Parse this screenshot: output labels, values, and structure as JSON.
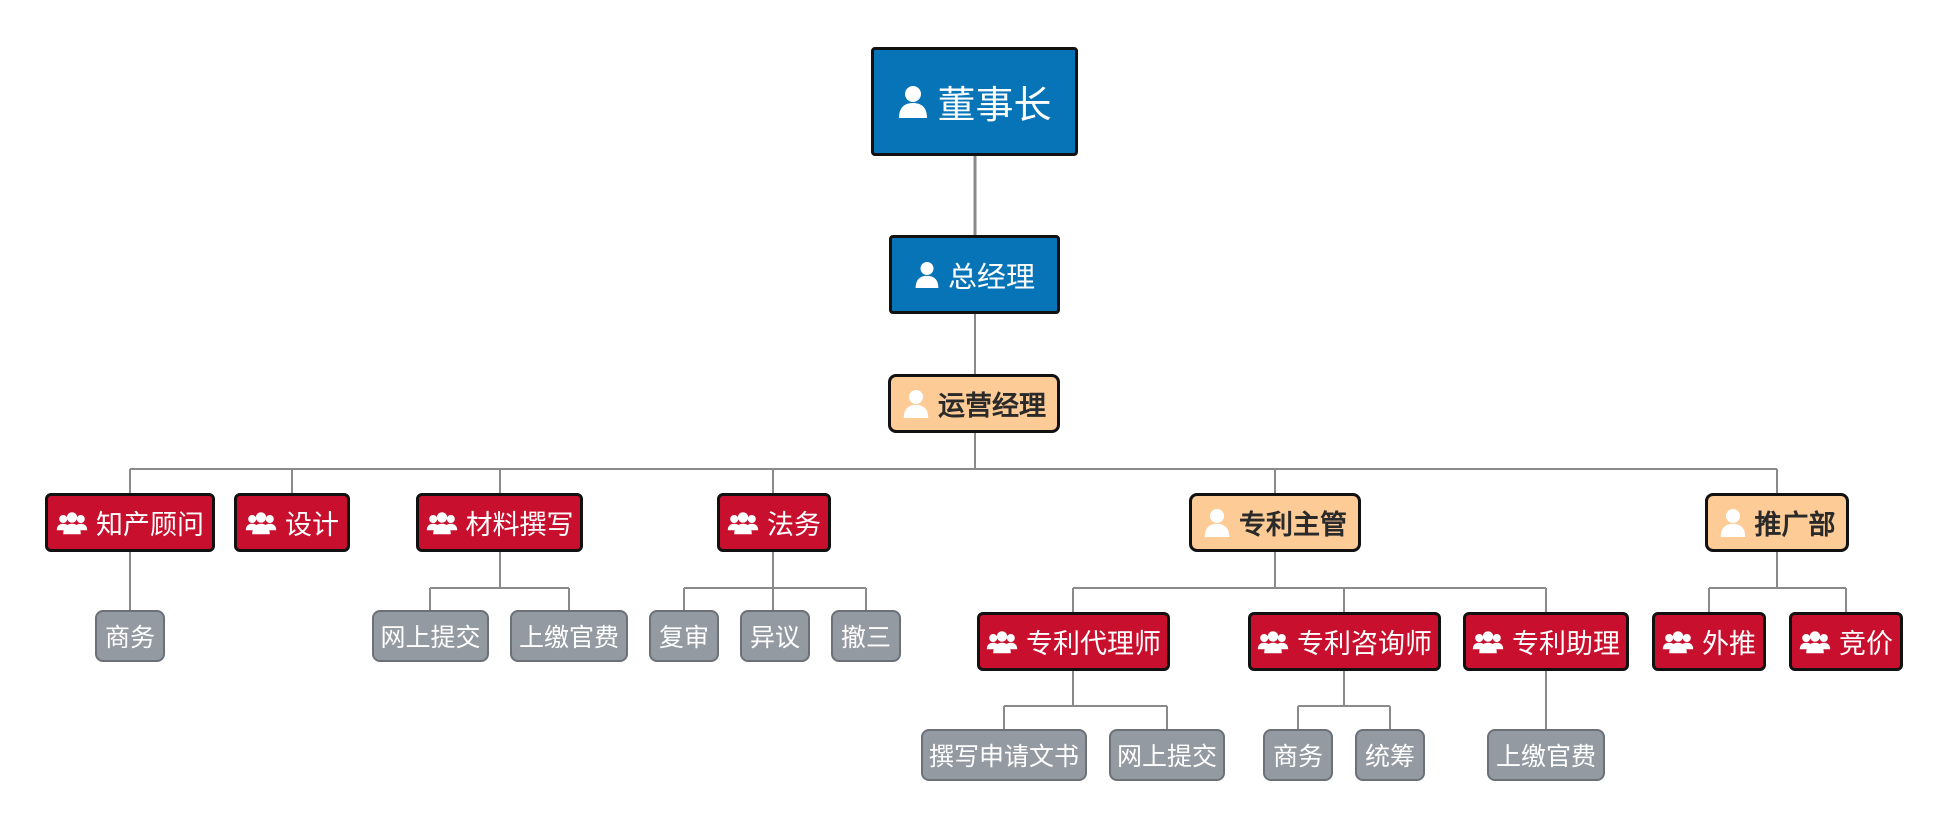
{
  "colors": {
    "blue": "#0874b8",
    "red": "#c8102e",
    "peach": "#fccb96",
    "gray": "#949aa2",
    "connector": "#8a8a8a"
  },
  "nodes": {
    "chairman": {
      "label": "董事长",
      "icon": "person-icon"
    },
    "general_manager": {
      "label": "总经理",
      "icon": "person-icon"
    },
    "operations_manager": {
      "label": "运营经理",
      "icon": "person-icon"
    },
    "ip_consultant": {
      "label": "知产顾问",
      "icon": "group-icon"
    },
    "design": {
      "label": "设计",
      "icon": "group-icon"
    },
    "material_writing": {
      "label": "材料撰写",
      "icon": "group-icon"
    },
    "legal": {
      "label": "法务",
      "icon": "group-icon"
    },
    "patent_supervisor": {
      "label": "专利主管",
      "icon": "person-icon"
    },
    "promotion_dept": {
      "label": "推广部",
      "icon": "person-icon"
    },
    "business_1": {
      "label": "商务"
    },
    "online_submit_1": {
      "label": "网上提交"
    },
    "pay_fees_1": {
      "label": "上缴官费"
    },
    "reexamination": {
      "label": "复审"
    },
    "objection": {
      "label": "异议"
    },
    "cancel_three": {
      "label": "撤三"
    },
    "patent_agent": {
      "label": "专利代理师",
      "icon": "group-icon"
    },
    "patent_consultant": {
      "label": "专利咨询师",
      "icon": "group-icon"
    },
    "patent_assistant": {
      "label": "专利助理",
      "icon": "group-icon"
    },
    "external_promo": {
      "label": "外推",
      "icon": "group-icon"
    },
    "bidding": {
      "label": "竞价",
      "icon": "group-icon"
    },
    "write_application": {
      "label": "撰写申请文书"
    },
    "online_submit_2": {
      "label": "网上提交"
    },
    "business_2": {
      "label": "商务"
    },
    "coordination": {
      "label": "统筹"
    },
    "pay_fees_2": {
      "label": "上缴官费"
    }
  }
}
